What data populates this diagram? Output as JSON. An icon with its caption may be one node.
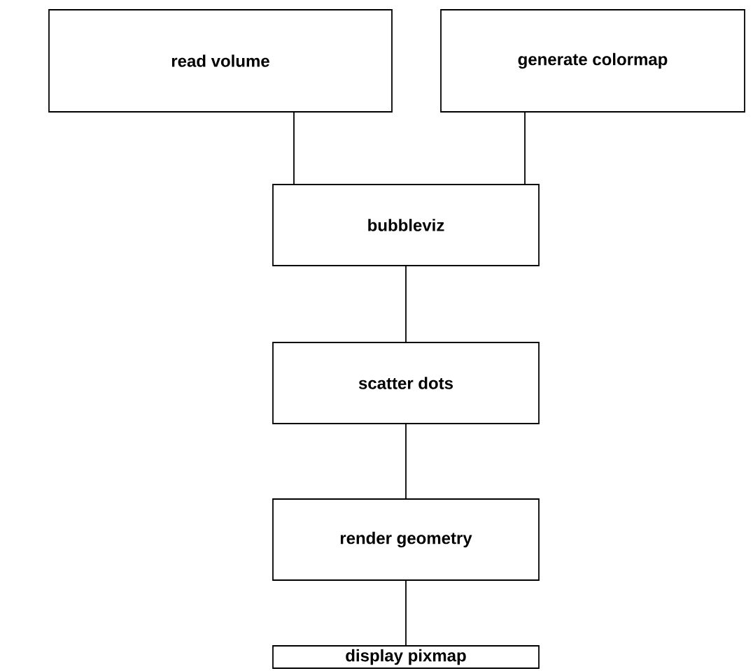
{
  "diagram": {
    "nodes": [
      {
        "text": [
          "read volume"
        ]
      },
      {
        "text": [
          "generate colormap"
        ]
      },
      {
        "text": [
          "bubbleviz"
        ]
      },
      {
        "text": [
          "scatter dots"
        ]
      },
      {
        "text": [
          "render geometry"
        ]
      },
      {
        "text": [
          "display pixmap"
        ]
      }
    ],
    "edges": [
      {
        "from": 0,
        "to": 2,
        "arrow": "none"
      },
      {
        "from": 1,
        "to": 2,
        "arrow": "none"
      },
      {
        "from": 2,
        "to": 3,
        "arrow": "none"
      },
      {
        "from": 3,
        "to": 4,
        "arrow": "none"
      },
      {
        "from": 4,
        "to": 5,
        "arrow": "none"
      }
    ]
  }
}
